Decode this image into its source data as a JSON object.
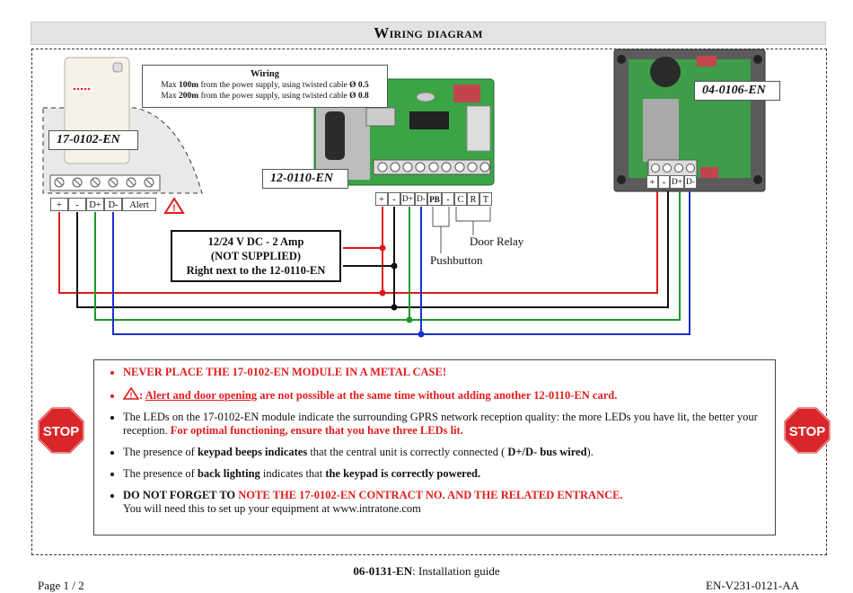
{
  "title": "Wiring diagram",
  "wiring_box": {
    "heading": "Wiring",
    "line1_prefix": "Max ",
    "line1_dist": "100m",
    "line1_mid": " from the power supply, using  twisted cable ",
    "line1_cable": "Ø 0.5",
    "line2_prefix": "Max ",
    "line2_dist": "200m",
    "line2_mid": " from the power supply, using  twisted cable ",
    "line2_cable": "Ø 0.8"
  },
  "devices": {
    "keypad": "17-0102-EN",
    "controller": "12-0110-EN",
    "gprs": "04-0106-EN"
  },
  "keypad_terminals": [
    "+",
    "-",
    "D+",
    "D-",
    "Alert"
  ],
  "controller_terminals": [
    "+",
    "-",
    "D+",
    "D-",
    "PB",
    "-",
    "C",
    "R",
    "T"
  ],
  "gprs_terminals": [
    "+",
    "-",
    "D+",
    "D-"
  ],
  "power_supply": {
    "line1": "12/24 V DC - 2 Amp",
    "line2": "(NOT SUPPLIED)",
    "line3": "Right next to the 12-0110-EN"
  },
  "labels": {
    "door_relay": "Door Relay",
    "pushbutton": "Pushbutton"
  },
  "notes": {
    "n1": "NEVER PLACE THE 17-0102-EN MODULE IN A METAL CASE!",
    "n2_underlined": "Alert and door opening",
    "n2_rest": " are not possible at the same time without adding another 12-0110-EN card.",
    "n3_plain": "The LEDs on the 17-0102-EN module indicate the surrounding GPRS network reception quality: the more LEDs you have lit, the better your reception. ",
    "n3_red": "For optimal functioning, ensure that you have three LEDs lit.",
    "n4_a": "The presence of ",
    "n4_b": "keypad beeps indicates",
    "n4_c": " that the central unit is correctly connected ( ",
    "n4_d": "D+/D- bus wired",
    "n4_e": ").",
    "n5_a": "The presence of ",
    "n5_b": "back lighting",
    "n5_c": " indicates that ",
    "n5_d": "the keypad is correctly powered.",
    "n6_a": "DO NOT FORGET TO ",
    "n6_b": "NOTE THE 17-0102-EN CONTRACT NO. AND THE RELATED ENTRANCE.",
    "n6_c": "You will need this to set up your equipment at www.intratone.com"
  },
  "stop_sign": "STOP",
  "footer": {
    "doc_code": "06-0131-EN",
    "doc_rest": ": Installation guide",
    "page": "Page 1 / 2",
    "ref": "EN-V231-0121-AA"
  },
  "colors": {
    "wire_red": "#e01818",
    "wire_black": "#111111",
    "wire_green": "#1b9a2a",
    "wire_blue": "#1b2fd0",
    "pcb_green": "#3aa447",
    "stop_red": "#d8262a",
    "warning_red": "#e21c1c"
  }
}
